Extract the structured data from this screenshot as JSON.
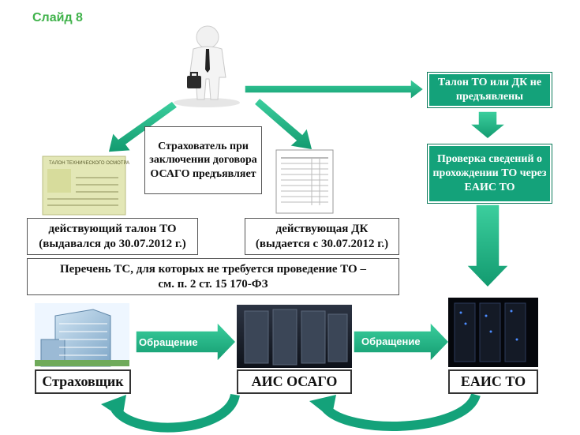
{
  "slide": {
    "label": "Слайд 8"
  },
  "center_box": {
    "text": "Страхователь при заключении договора ОСАГО предъявляет"
  },
  "talon_box": {
    "line1": "действующий талон ТО",
    "line2": "(выдавался до 30.07.2012 г.)"
  },
  "dk_box": {
    "line1": "действующая ДК",
    "line2": "(выдается с 30.07.2012 г.)"
  },
  "list_box": {
    "line1": "Перечень ТС, для которых не требуется проведение ТО –",
    "line2": "см. п. 2 ст. 15 170-ФЗ"
  },
  "right_top_box": {
    "text": "Талон ТО или ДК не предъявлены"
  },
  "right_mid_box": {
    "text": "Проверка сведений о прохождении ТО через ЕАИС ТО"
  },
  "entities": {
    "insurer": "Страховщик",
    "ais": "АИС ОСАГО",
    "eais": "ЕАИС ТО"
  },
  "arrows": {
    "appeal1": "Обращение",
    "appeal2": "Обращение"
  },
  "talon_doc": {
    "title": "ТАЛОН ТЕХНИЧЕСКОГО ОСМОТРА"
  },
  "colors": {
    "accent": "#14a27a",
    "arrow_fill": "#1db98a",
    "slide_label": "#3fb24a"
  }
}
